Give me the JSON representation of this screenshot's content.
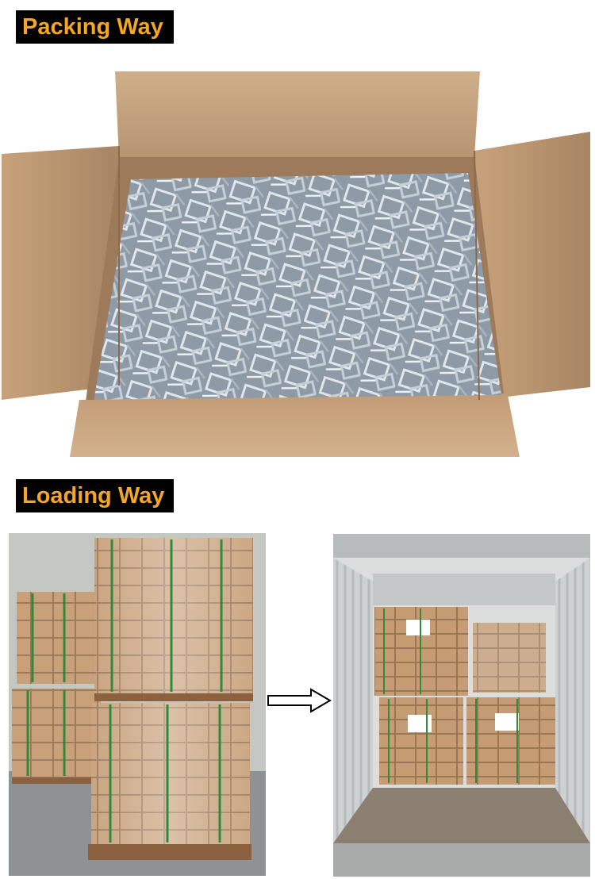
{
  "sections": {
    "packing": {
      "label": "Packing Way"
    },
    "loading": {
      "label": "Loading Way"
    }
  },
  "colors": {
    "label_background": "#000000",
    "label_text": "#f5a623",
    "cardboard": "#c9a27a",
    "steel": "#b8c3cc"
  },
  "photos": {
    "box": {
      "content": "open cardboard box filled with galvanized wire buckles"
    },
    "pallets": {
      "content": "stacked pallets of cartons wrapped in film with green strapping"
    },
    "container": {
      "content": "cartons loaded inside a shipping container"
    }
  },
  "arrow": {
    "icon": "right-arrow-icon"
  }
}
